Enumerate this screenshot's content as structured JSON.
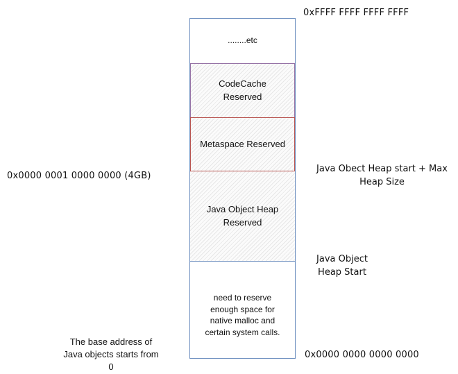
{
  "regions": {
    "etc": "........etc",
    "code_cache": [
      "CodeCache",
      "Reserved"
    ],
    "metaspace": "Metaspace Reserved",
    "java_heap": [
      "Java Object Heap",
      "Reserved"
    ],
    "native": [
      "need to reserve",
      "enough space for",
      "native malloc and",
      "certain system calls."
    ]
  },
  "addresses": {
    "top": "0xFFFF FFFF FFFF FFFF",
    "four_gb": "0x0000 0001 0000 0000 (4GB)",
    "zero": "0x0000 0000 0000 0000"
  },
  "annotations": {
    "heap_start_plus_max": [
      "Java Obect Heap start + Max",
      "Heap Size"
    ],
    "heap_start": [
      "Java Object",
      "Heap Start"
    ],
    "base_address": [
      "The base address of",
      "Java objects starts from",
      "0"
    ]
  },
  "colors": {
    "column_border": "#6c8ebf",
    "code_cache_border": "#9673a6",
    "metaspace_border": "#b85450"
  }
}
